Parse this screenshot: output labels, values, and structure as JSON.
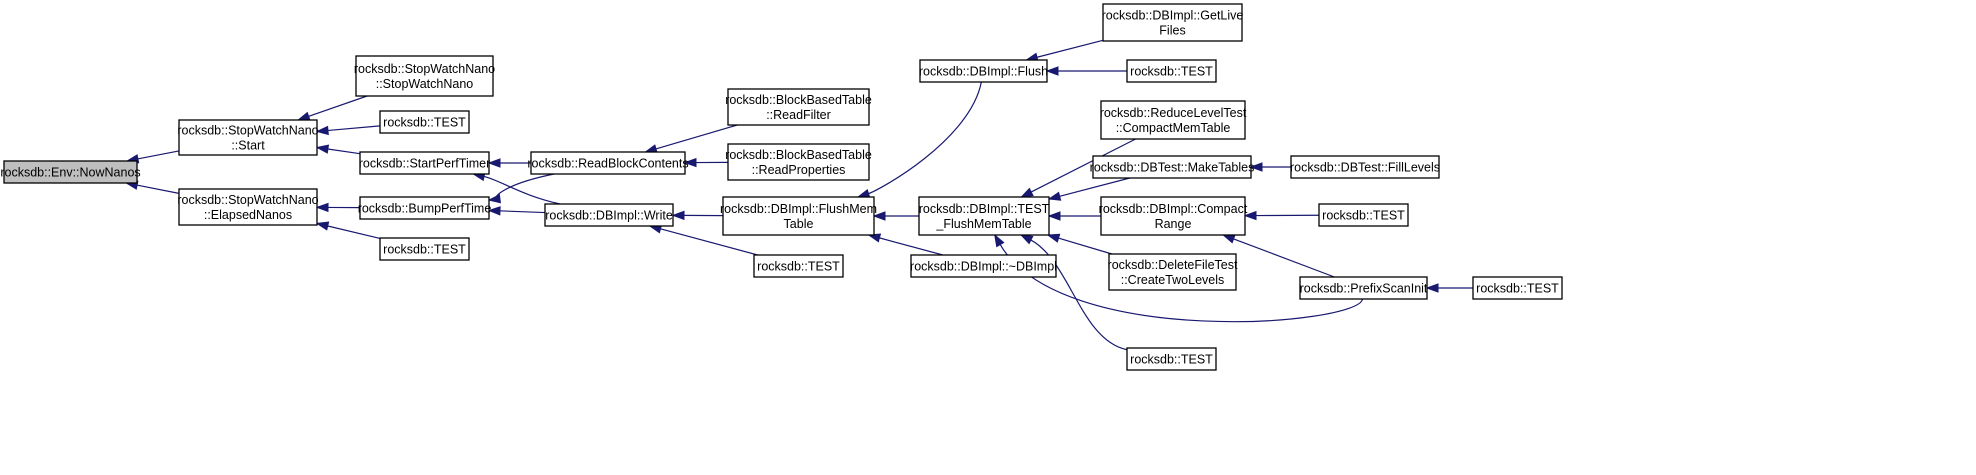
{
  "nodes": [
    {
      "id": "nownanos",
      "lines": [
        "rocksdb::Env::NowNanos"
      ],
      "root": true
    },
    {
      "id": "sw_start",
      "lines": [
        "rocksdb::StopWatchNano",
        "::Start"
      ]
    },
    {
      "id": "sw_elapsed",
      "lines": [
        "rocksdb::StopWatchNano",
        "::ElapsedNanos"
      ]
    },
    {
      "id": "sw_ctor",
      "lines": [
        "rocksdb::StopWatchNano",
        "::StopWatchNano"
      ]
    },
    {
      "id": "test_a",
      "lines": [
        "rocksdb::TEST"
      ]
    },
    {
      "id": "start_perf_timer",
      "lines": [
        "rocksdb::StartPerfTimer"
      ]
    },
    {
      "id": "bump_perf_time",
      "lines": [
        "rocksdb::BumpPerfTime"
      ]
    },
    {
      "id": "test_b",
      "lines": [
        "rocksdb::TEST"
      ]
    },
    {
      "id": "read_block",
      "lines": [
        "rocksdb::ReadBlockContents"
      ]
    },
    {
      "id": "dbimpl_write",
      "lines": [
        "rocksdb::DBImpl::Write"
      ]
    },
    {
      "id": "read_filter",
      "lines": [
        "rocksdb::BlockBasedTable",
        "::ReadFilter"
      ]
    },
    {
      "id": "read_props",
      "lines": [
        "rocksdb::BlockBasedTable",
        "::ReadProperties"
      ]
    },
    {
      "id": "flush_mem_table",
      "lines": [
        "rocksdb::DBImpl::FlushMem",
        "Table"
      ]
    },
    {
      "id": "test_c",
      "lines": [
        "rocksdb::TEST"
      ]
    },
    {
      "id": "dbimpl_flush",
      "lines": [
        "rocksdb::DBImpl::Flush"
      ]
    },
    {
      "id": "test_flush_mem",
      "lines": [
        "rocksdb::DBImpl::TEST",
        "_FlushMemTable"
      ]
    },
    {
      "id": "dbimpl_dtor",
      "lines": [
        "rocksdb::DBImpl::~DBImpl"
      ]
    },
    {
      "id": "get_live_files",
      "lines": [
        "rocksdb::DBImpl::GetLive",
        "Files"
      ]
    },
    {
      "id": "test_d",
      "lines": [
        "rocksdb::TEST"
      ]
    },
    {
      "id": "compact_mem",
      "lines": [
        "rocksdb::ReduceLevelTest",
        "::CompactMemTable"
      ]
    },
    {
      "id": "make_tables",
      "lines": [
        "rocksdb::DBTest::MakeTables"
      ]
    },
    {
      "id": "compact_range",
      "lines": [
        "rocksdb::DBImpl::Compact",
        "Range"
      ]
    },
    {
      "id": "create_two_levels",
      "lines": [
        "rocksdb::DeleteFileTest",
        "::CreateTwoLevels"
      ]
    },
    {
      "id": "test_e",
      "lines": [
        "rocksdb::TEST"
      ]
    },
    {
      "id": "fill_levels",
      "lines": [
        "rocksdb::DBTest::FillLevels"
      ]
    },
    {
      "id": "test_f",
      "lines": [
        "rocksdb::TEST"
      ]
    },
    {
      "id": "prefix_scan",
      "lines": [
        "rocksdb::PrefixScanInit"
      ]
    },
    {
      "id": "test_g",
      "lines": [
        "rocksdb::TEST"
      ]
    }
  ],
  "edges": [
    {
      "from": "sw_start",
      "to": "nownanos"
    },
    {
      "from": "sw_elapsed",
      "to": "nownanos"
    },
    {
      "from": "sw_ctor",
      "to": "sw_start"
    },
    {
      "from": "test_a",
      "to": "sw_start"
    },
    {
      "from": "start_perf_timer",
      "to": "sw_start"
    },
    {
      "from": "bump_perf_time",
      "to": "sw_elapsed"
    },
    {
      "from": "test_b",
      "to": "sw_elapsed"
    },
    {
      "from": "read_block",
      "to": "start_perf_timer"
    },
    {
      "from": "dbimpl_write",
      "to": "start_perf_timer"
    },
    {
      "from": "read_block",
      "to": "bump_perf_time"
    },
    {
      "from": "dbimpl_write",
      "to": "bump_perf_time"
    },
    {
      "from": "read_filter",
      "to": "read_block"
    },
    {
      "from": "read_props",
      "to": "read_block"
    },
    {
      "from": "flush_mem_table",
      "to": "dbimpl_write"
    },
    {
      "from": "test_c",
      "to": "dbimpl_write"
    },
    {
      "from": "dbimpl_flush",
      "to": "flush_mem_table"
    },
    {
      "from": "test_flush_mem",
      "to": "flush_mem_table"
    },
    {
      "from": "dbimpl_dtor",
      "to": "flush_mem_table"
    },
    {
      "from": "get_live_files",
      "to": "dbimpl_flush"
    },
    {
      "from": "test_d",
      "to": "dbimpl_flush"
    },
    {
      "from": "compact_mem",
      "to": "test_flush_mem"
    },
    {
      "from": "make_tables",
      "to": "test_flush_mem"
    },
    {
      "from": "compact_range",
      "to": "test_flush_mem"
    },
    {
      "from": "create_two_levels",
      "to": "test_flush_mem"
    },
    {
      "from": "prefix_scan",
      "to": "test_flush_mem"
    },
    {
      "from": "test_e",
      "to": "test_flush_mem"
    },
    {
      "from": "fill_levels",
      "to": "make_tables"
    },
    {
      "from": "test_f",
      "to": "compact_range"
    },
    {
      "from": "prefix_scan",
      "to": "compact_range"
    },
    {
      "from": "test_g",
      "to": "prefix_scan"
    }
  ]
}
